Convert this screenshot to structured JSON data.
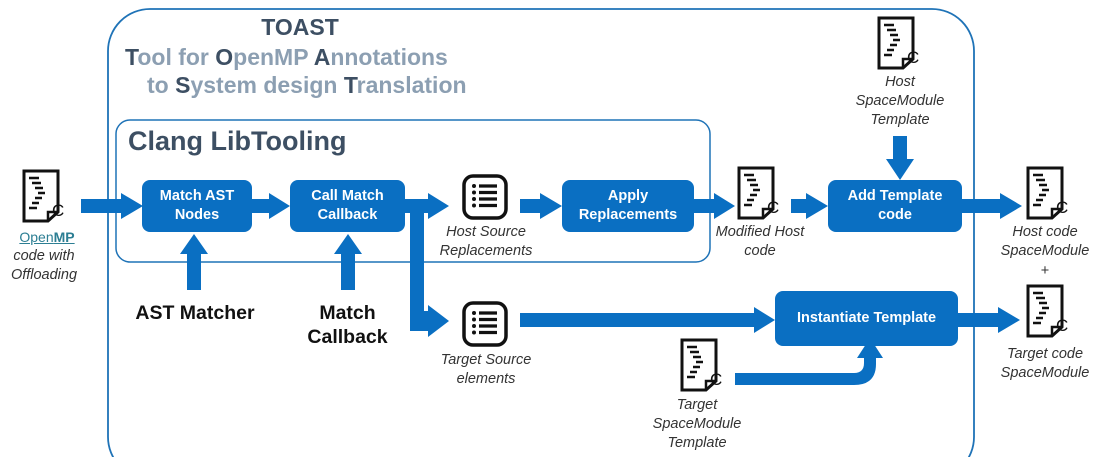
{
  "title": {
    "name": "TOAST",
    "line1": {
      "bold_letters": [
        "T",
        "O",
        "A"
      ],
      "rest": [
        "ool for ",
        "penMP ",
        "nnotations"
      ]
    },
    "line2": {
      "prefix": "to ",
      "bold_letters": [
        "S",
        "T"
      ],
      "rest": [
        "ystem design ",
        "ranslation"
      ]
    }
  },
  "libtooling": {
    "title": "Clang LibTooling"
  },
  "boxes": {
    "match_ast": "Match AST Nodes",
    "call_match": "Call Match Callback",
    "apply": "Apply Replacements",
    "add_template": "Add Template code",
    "instantiate": "Instantiate Template"
  },
  "inputs": {
    "ast_matcher": "AST Matcher",
    "match_callback": "Match Callback"
  },
  "openmp": {
    "prefix": "Open",
    "suffix": "MP"
  },
  "captions": {
    "source": "code with Offloading",
    "host_source_replacements": "Host Source Replacements",
    "target_source_elements": "Target Source elements",
    "modified_host_code": "Modified Host code",
    "host_template": "Host SpaceModule Template",
    "target_template": "Target SpaceModule Template",
    "host_output": "Host code SpaceModule",
    "plus": "+",
    "target_output": "Target code SpaceModule"
  },
  "icons": {
    "file": "c-source-file-icon",
    "list": "list-document-icon",
    "file_letter": "C"
  },
  "colors": {
    "accent": "#0a6fc2",
    "frame": "#1f73b7",
    "title_dark": "#3d4f63",
    "title_light": "#8c9fb2",
    "openmp": "#2c7e93"
  }
}
